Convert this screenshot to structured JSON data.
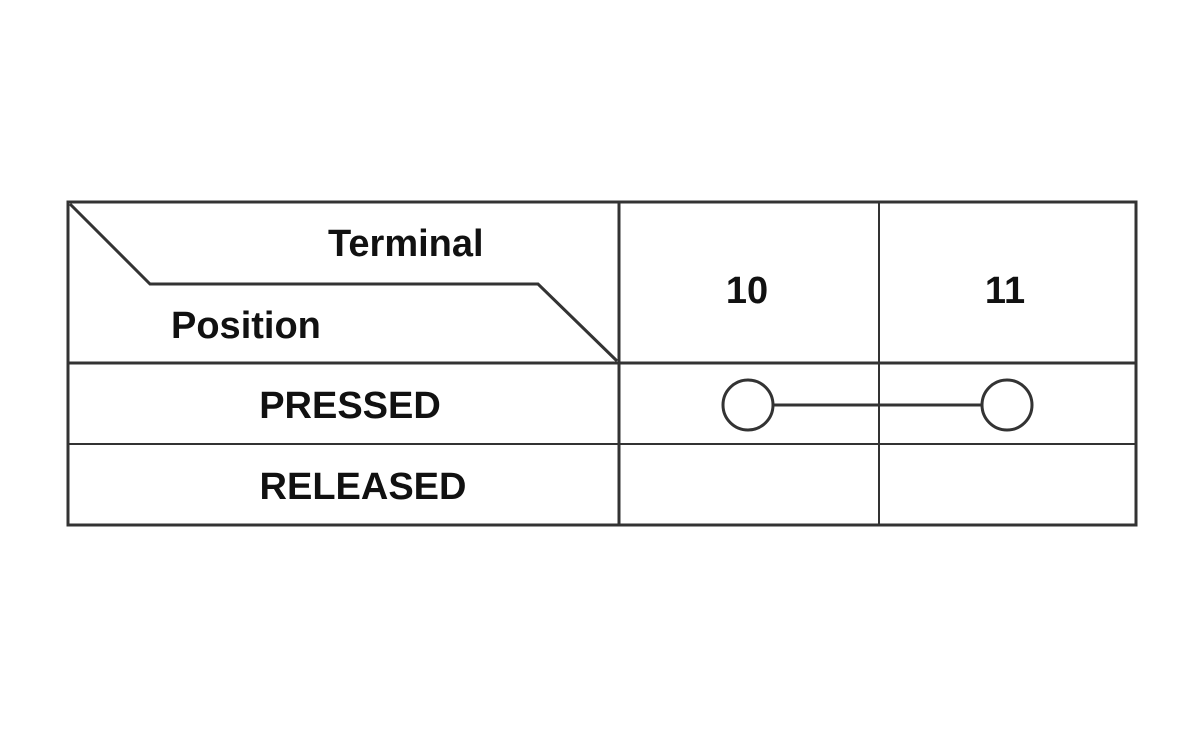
{
  "table": {
    "header": {
      "terminal_label": "Terminal",
      "position_label": "Position",
      "terminals": [
        "10",
        "11"
      ]
    },
    "rows": [
      {
        "position": "PRESSED",
        "connected_terminals": [
          "10",
          "11"
        ]
      },
      {
        "position": "RELEASED",
        "connected_terminals": []
      }
    ]
  },
  "colors": {
    "line": "#333333",
    "text": "#111111",
    "background": "#ffffff"
  }
}
